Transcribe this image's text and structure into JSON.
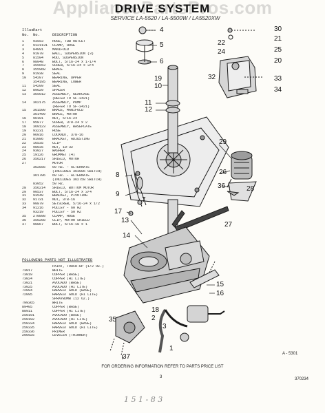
{
  "watermark": "AppliancePartsPros.com",
  "title": "DRIVE SYSTEM",
  "subtitle": "SERVICE LA-5520 / LA-5500W / LA5520XW",
  "columns": {
    "illus": "Illus.",
    "no": "No.",
    "part": "Part",
    "part_no": "No.",
    "description": "DESCRIPTION"
  },
  "parts": [
    {
      "illus": "1",
      "part": "93553",
      "desc": "HOSE, TUB OUTLET"
    },
    {
      "illus": "2",
      "part": "9121131",
      "desc": "CLAMP, HOSE"
    },
    {
      "illus": "3",
      "part": "84091",
      "desc": "MANIFOLD"
    },
    {
      "illus": "4",
      "part": "91070",
      "desc": "BALL, SUSPENSION (3)"
    },
    {
      "illus": "5",
      "part": "81504",
      "desc": "ROD, SUSPENSION"
    },
    {
      "illus": "6",
      "part": "98048",
      "desc": "BOLT, 5/16-24 x 1-1/4"
    },
    {
      "illus": "7",
      "part": "355653",
      "desc": "SCREW, 5/16-24 x 3/4"
    },
    {
      "illus": "8",
      "part": "355968",
      "desc": "BRACE"
    },
    {
      "illus": "9",
      "part": "91938",
      "desc": "SEAL"
    },
    {
      "illus": "10",
      "part": "54207",
      "desc": "BEARING, UPPER"
    },
    {
      "illus": "",
      "part": "354195",
      "desc": "BEARING, LOWER"
    },
    {
      "illus": "11",
      "part": "54209",
      "desc": "SEAL"
    },
    {
      "illus": "12",
      "part": "89629",
      "desc": "SPACER"
    },
    {
      "illus": "13",
      "part": "365012",
      "desc": "ASSEMBLY, GEARCASE"
    },
    {
      "illus": "",
      "part": "",
      "desc": "(REFER TO SF-3421)"
    },
    {
      "illus": "14",
      "part": "362175",
      "desc": "ASSEMBLY, PUMP"
    },
    {
      "illus": "",
      "part": "",
      "desc": "(REFER TO SF-3421)"
    },
    {
      "illus": "15",
      "part": "361500",
      "desc": "BRACE, MANIFOLD"
    },
    {
      "illus": "",
      "part": "361499",
      "desc": "BRACE, MOTOR"
    },
    {
      "illus": "16",
      "part": "96101",
      "desc": "NUT, 5/16-24"
    },
    {
      "illus": "17",
      "part": "95877",
      "desc": "SCREW, 3/8-24 x 2"
    },
    {
      "illus": "18",
      "part": "360123",
      "desc": "ASSEMBLY, BASEPLATE"
    },
    {
      "illus": "19",
      "part": "93231",
      "desc": "HOSE"
    },
    {
      "illus": "20",
      "part": "96016",
      "desc": "LOCKNUT, 3/8-16"
    },
    {
      "illus": "21",
      "part": "81086",
      "desc": "BRACKET, ADJUSTING"
    },
    {
      "illus": "22",
      "part": "16535",
      "desc": "CLIP"
    },
    {
      "illus": "23",
      "part": "98035",
      "desc": "NUT, 10-32"
    },
    {
      "illus": "24",
      "part": "93027",
      "desc": "WASHER"
    },
    {
      "illus": "25",
      "part": "19126",
      "desc": "GROMMET (4)"
    },
    {
      "illus": "26",
      "part": "356217",
      "desc": "SHIELD, MOTOR"
    },
    {
      "illus": "27",
      "part": "",
      "desc": "MOTOR"
    },
    {
      "illus": "",
      "part": "362856",
      "desc": "60 HZ. - ALTERNATE"
    },
    {
      "illus": "",
      "part": "",
      "desc": "(INCLUDES 363086 SWITCH)"
    },
    {
      "illus": "",
      "part": "361706",
      "desc": "60 HZ. - ALTERNATE"
    },
    {
      "illus": "",
      "part": "",
      "desc": "(INCLUDES 362758 SWITCH)"
    },
    {
      "illus": "",
      "part": "83052",
      "desc": "50 HZ."
    },
    {
      "illus": "28",
      "part": "356214",
      "desc": "SHIELD, BOTTOM MOTOR"
    },
    {
      "illus": "29",
      "part": "90537",
      "desc": "BOLT, 5/16-24 x 3/4"
    },
    {
      "illus": "31",
      "part": "93549",
      "desc": "BRACKET, PIVOTING"
    },
    {
      "illus": "32",
      "part": "91731",
      "desc": "NUT, 3/8-16"
    },
    {
      "illus": "33",
      "part": "90879",
      "desc": "SETSCREW, 5/16-24 x 1/2"
    },
    {
      "illus": "34",
      "part": "91216",
      "desc": "PULLEY - 60 HZ"
    },
    {
      "illus": "",
      "part": "93219",
      "desc": "PULLEY - 50 HZ"
    },
    {
      "illus": "35",
      "part": "270898",
      "desc": "CLAMP, HOSE"
    },
    {
      "illus": "36",
      "part": "356268",
      "desc": "CLIP, MOTOR SHIELD"
    },
    {
      "illus": "37",
      "part": "90867",
      "desc": "BOLT, 5/16-18 x 1"
    }
  ],
  "not_illustrated_heading": "FOLLOWING PARTS NOT ILLUSTRATED",
  "paint_parts": [
    {
      "part": "",
      "desc": "PAINT, TOUCH-UP (1/2 OZ.)"
    },
    {
      "part": "73017",
      "desc": "WHITE"
    },
    {
      "part": "73019",
      "desc": "COPPER (BASE)"
    },
    {
      "part": "73024",
      "desc": "COPPER (HI LITE)"
    },
    {
      "part": "73021",
      "desc": "AVOCADO (BASE)"
    },
    {
      "part": "73025",
      "desc": "AVOCADO (HI LITE)"
    },
    {
      "part": "72094",
      "desc": "HARVEST GOLD (BASE)"
    },
    {
      "part": "72095",
      "desc": "HARVEST GOLD (HI LITE)"
    },
    {
      "part": "",
      "desc": "SPRAYBOMB (12 OZ.)"
    },
    {
      "part": "799365",
      "desc": "WHITE"
    },
    {
      "part": "89405",
      "desc": "COPPER (BASE)"
    },
    {
      "part": "88911",
      "desc": "COPPER (HI LITE)"
    },
    {
      "part": "250191",
      "desc": "AVOCADO (BASE)"
    },
    {
      "part": "250192",
      "desc": "AVOCADO (HI LITE)"
    },
    {
      "part": "250334",
      "desc": "HARVEST GOLD (BASE)"
    },
    {
      "part": "250335",
      "desc": "HARVEST GOLD (HI LITE)"
    },
    {
      "part": "250336",
      "desc": "PRIMER"
    },
    {
      "part": "206925",
      "desc": "LEVELER (THINNER)"
    }
  ],
  "callouts": {
    "c4": "4",
    "c5": "5",
    "c6": "6",
    "c30": "30",
    "c22": "22",
    "c24": "24",
    "c21": "21",
    "c25": "25",
    "c20": "20",
    "c32": "32",
    "c33": "33",
    "c34": "34",
    "c19": "19",
    "c10": "10",
    "c11": "11",
    "c12": "12",
    "c29": "29",
    "c26": "26",
    "c36": "36",
    "c28": "28",
    "c8": "8",
    "c9": "9",
    "c17": "17",
    "c7": "7",
    "c13": "13",
    "c14": "14",
    "c27": "27",
    "c15": "15",
    "c16": "16",
    "c18": "18",
    "c2": "2",
    "c3": "3",
    "c35": "35",
    "c1": "1",
    "c37": "37"
  },
  "figure_code": "A - 5301",
  "footer": "FOR ORDERING INFORMATION REFER TO PARTS PRICE LIST",
  "page_number": "3",
  "document_code": "370234",
  "handwriting": "1 5 1 - 8 3"
}
